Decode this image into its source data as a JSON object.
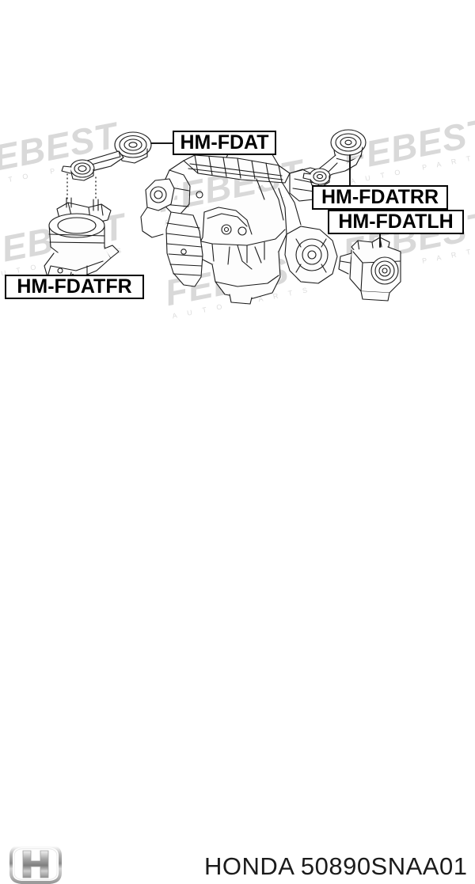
{
  "document": {
    "type": "automotive-parts-diagram",
    "background_color": "#ffffff"
  },
  "watermark": {
    "brand": "FEBEST",
    "subtitle": "AUTO PARTS",
    "color": "#d9d9d9"
  },
  "callouts": [
    {
      "id": "fdat",
      "code": "HM-FDAT",
      "part": "engine-torque-rod-mount",
      "leader_to": "torque-rod-assembly"
    },
    {
      "id": "fdatrr",
      "code": "HM-FDATRR",
      "part": "rear-engine-mount",
      "leader_to": "rear-mount-assembly"
    },
    {
      "id": "fdatlh",
      "code": "HM-FDATLH",
      "part": "left-hand-engine-mount",
      "leader_to": "left-mount-assembly"
    },
    {
      "id": "fdatfr",
      "code": "HM-FDATFR",
      "part": "front-engine-mount",
      "leader_to": "front-mount-assembly"
    }
  ],
  "footer": {
    "logo": "honda-logo",
    "manufacturer": "HONDA",
    "part_number": "50890SNAA01",
    "text": "HONDA 50890SNAA01"
  },
  "colors": {
    "label_border": "#000000",
    "label_text": "#000000",
    "line_art": "#1a1a1a",
    "watermark": "#d9d9d9",
    "footer_text": "#1b1b1b"
  }
}
